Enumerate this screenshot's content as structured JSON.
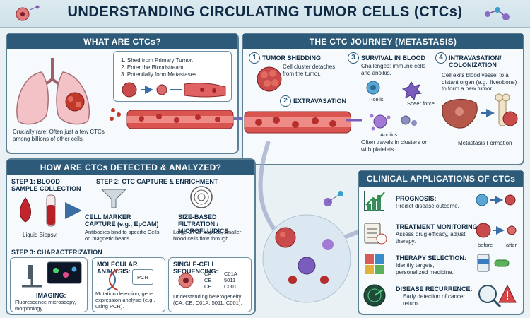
{
  "header": {
    "title": "UNDERSTANDING CIRCULATING TUMOR CELLS (CTCs)"
  },
  "what": {
    "title": "WHAT ARE CTCs?",
    "steps": [
      "1. Shed from Primary Tumor.",
      "2. Enter the Bloodstream.",
      "3. Potentially form Metastases."
    ],
    "rare": "Crucially rare: Often just a few CTCs among billions of other cells."
  },
  "journey": {
    "title": "THE CTC JOURNEY (METASTASIS)",
    "s1": {
      "num": "1",
      "title": "TUMOR SHEDDING",
      "text": "Cell cluster detaches from the tumor."
    },
    "s2": {
      "num": "2",
      "title": "EXTRAVASATION"
    },
    "s3": {
      "num": "3",
      "title": "SURVIVAL IN BLOOD",
      "text": "Challenges: immune cells and anoikis.",
      "tcells": "T-cells",
      "shear": "Sheer force",
      "anoikis": "Anoikis",
      "travel": "Often travels in clusters or with platelets."
    },
    "s4": {
      "num": "4",
      "title": "INTRAVASATION/ COLONIZATION",
      "text": "Cell exits blood vessel to a distant organ (e.g., liver/bone) to form a new tumor",
      "formation": "Metastasis Formation"
    }
  },
  "detect": {
    "title": "HOW ARE CTCs DETECTED & ANALYZED?",
    "step1": "STEP 1: BLOOD SAMPLE COLLECTION",
    "biopsy": "Liquid Biopsy.",
    "step2": "STEP 2: CTC CAPTURE & ENRICHMENT",
    "marker_title": "CELL MARKER CAPTURE (e.g., EpCAM)",
    "marker_text": "Antibodies bind to specific Cells on magnetic beads",
    "size_title": "SIZE-BASED FILTRATION / MICROFLUIDICS",
    "size_text": "Large CTCs trapped, smaller blood cells flow through",
    "step3": "STEP 3: CHARACTERIZATION",
    "imaging_title": "IMAGING:",
    "imaging_text": "Fluorescence microscopy, morphology.",
    "mol_title": "MOLECULAR ANALYSIS:",
    "mol_text": "Mutation detection, gene expression analysis (e.g., using PCR).",
    "pcr": "PCR",
    "sc_title": "SINGLE-CELL SEQUENCING:",
    "seq_left": [
      "CA",
      "CE",
      "CE"
    ],
    "seq_right": [
      "C01A",
      "5011",
      "C001"
    ],
    "sc_text": "Understanding heterogeneity (CA, CE, C01A, 5011, C001)."
  },
  "clinical": {
    "title": "CLINICAL APPLICATIONS OF CTCs",
    "items": [
      {
        "title": "PROGNOSIS:",
        "text": "Predict disease outcome."
      },
      {
        "title": "TREATMENT MONITORING:",
        "text": "Assess drug efficacy, adjust therapy."
      },
      {
        "title": "THERAPY SELECTION:",
        "text": "Identify targets, personalized medicine."
      },
      {
        "title": "DISEASE RECURRENCE:",
        "text": "Early detection of cancer return."
      }
    ],
    "before": "before",
    "after": "after"
  },
  "colors": {
    "panel_header": "#2d5a78",
    "tumor": "#c0392b",
    "vessel": "#d9534f",
    "accent": "#2f7fa6"
  }
}
